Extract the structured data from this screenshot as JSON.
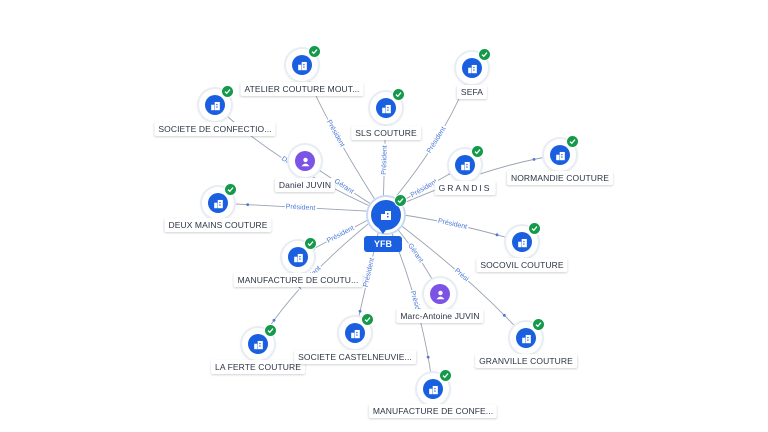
{
  "center": {
    "label": "YFB"
  },
  "nodes": [
    {
      "id": "atelier",
      "label": "ATELIER COUTURE MOUT...",
      "kind": "company",
      "verified": true,
      "icon": "building-icon"
    },
    {
      "id": "sefa",
      "label": "SEFA",
      "kind": "company",
      "verified": true,
      "icon": "building-icon"
    },
    {
      "id": "societe-confection",
      "label": "SOCIETE DE CONFECTIO...",
      "kind": "company",
      "verified": true,
      "icon": "building-icon"
    },
    {
      "id": "sls",
      "label": "SLS COUTURE",
      "kind": "company",
      "verified": true,
      "icon": "building-icon"
    },
    {
      "id": "normandie",
      "label": "NORMANDIE COUTURE",
      "kind": "company",
      "verified": true,
      "icon": "building-icon"
    },
    {
      "id": "grandis",
      "label": "GRANDIS",
      "kind": "company",
      "verified": true,
      "icon": "building-icon"
    },
    {
      "id": "daniel",
      "label": "Daniel JUVIN",
      "kind": "person",
      "verified": false,
      "icon": "person-icon"
    },
    {
      "id": "deux-mains",
      "label": "DEUX MAINS COUTURE",
      "kind": "company",
      "verified": true,
      "icon": "building-icon"
    },
    {
      "id": "socovil",
      "label": "SOCOVIL COUTURE",
      "kind": "company",
      "verified": true,
      "icon": "building-icon"
    },
    {
      "id": "manufacture-coutu",
      "label": "MANUFACTURE DE COUTU...",
      "kind": "company",
      "verified": true,
      "icon": "building-icon"
    },
    {
      "id": "marc-antoine",
      "label": "Marc-Antoine JUVIN",
      "kind": "person",
      "verified": false,
      "icon": "person-icon"
    },
    {
      "id": "la-ferte",
      "label": "LA FERTE COUTURE",
      "kind": "company",
      "verified": true,
      "icon": "building-icon"
    },
    {
      "id": "castelneuvie",
      "label": "SOCIETE CASTELNEUVIE...",
      "kind": "company",
      "verified": true,
      "icon": "building-icon"
    },
    {
      "id": "granville",
      "label": "GRANVILLE COUTURE",
      "kind": "company",
      "verified": true,
      "icon": "building-icon"
    },
    {
      "id": "manufacture-confe",
      "label": "MANUFACTURE DE CONFE...",
      "kind": "company",
      "verified": true,
      "icon": "building-icon"
    }
  ],
  "edges": [
    {
      "to": "atelier",
      "label": "Président"
    },
    {
      "to": "sefa",
      "label": "Président"
    },
    {
      "to": "societe-confection",
      "label": "Direc"
    },
    {
      "to": "sls",
      "label": "Président"
    },
    {
      "to": "normandie",
      "label": ""
    },
    {
      "to": "grandis",
      "label": "Président"
    },
    {
      "to": "daniel",
      "label": "Gérant"
    },
    {
      "to": "deux-mains",
      "label": "Président"
    },
    {
      "to": "socovil",
      "label": "Président"
    },
    {
      "to": "manufacture-coutu",
      "label": "Président"
    },
    {
      "to": "marc-antoine",
      "label": "Gérant"
    },
    {
      "to": "la-ferte",
      "label": "Président"
    },
    {
      "to": "castelneuvie",
      "label": "Président"
    },
    {
      "to": "granville",
      "label": "Prési"
    },
    {
      "to": "manufacture-confe",
      "label": "Présid"
    }
  ],
  "colors": {
    "company": "#1a5fe0",
    "person": "#7b54e6",
    "verified": "#15994a",
    "edge": "#9aa3b2",
    "edge_label": "#4a78d8"
  }
}
